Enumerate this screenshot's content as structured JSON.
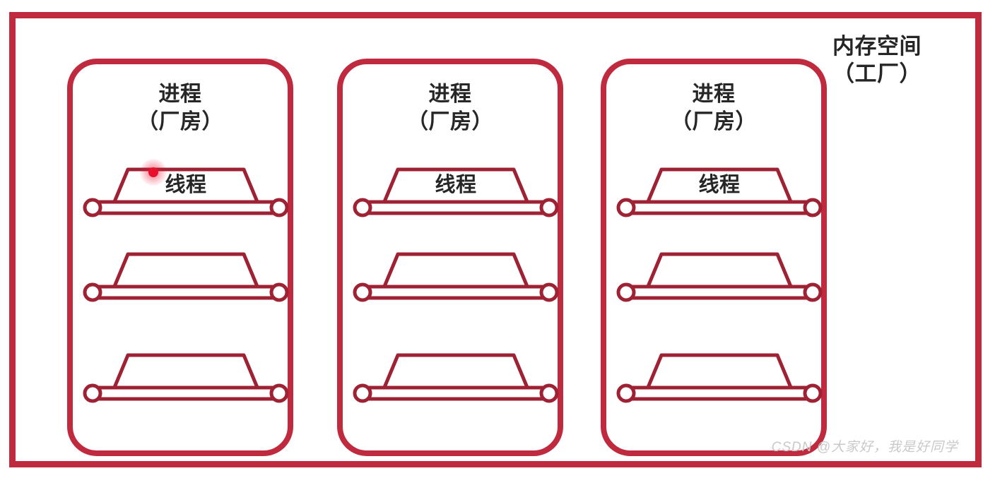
{
  "diagram": {
    "memory_space": {
      "title": "内存空间\n（工厂）",
      "border_color": "#bf2a3e"
    },
    "processes": [
      {
        "label": "进程\n（厂房）",
        "threads": [
          {
            "label": "线程",
            "has_cursor": true
          },
          {
            "label": ""
          },
          {
            "label": ""
          }
        ]
      },
      {
        "label": "进程\n（厂房）",
        "threads": [
          {
            "label": "线程",
            "has_cursor": false
          },
          {
            "label": ""
          },
          {
            "label": ""
          }
        ]
      },
      {
        "label": "进程\n（厂房）",
        "threads": [
          {
            "label": "线程",
            "has_cursor": false
          },
          {
            "label": ""
          },
          {
            "label": ""
          }
        ]
      }
    ],
    "belt_colors": {
      "outline": "#9e2233",
      "fill": "#ffffff"
    },
    "cursor_color": "#e8112d",
    "text_color": "#262626",
    "watermark": "CSDN @大家好，我是好同学"
  }
}
